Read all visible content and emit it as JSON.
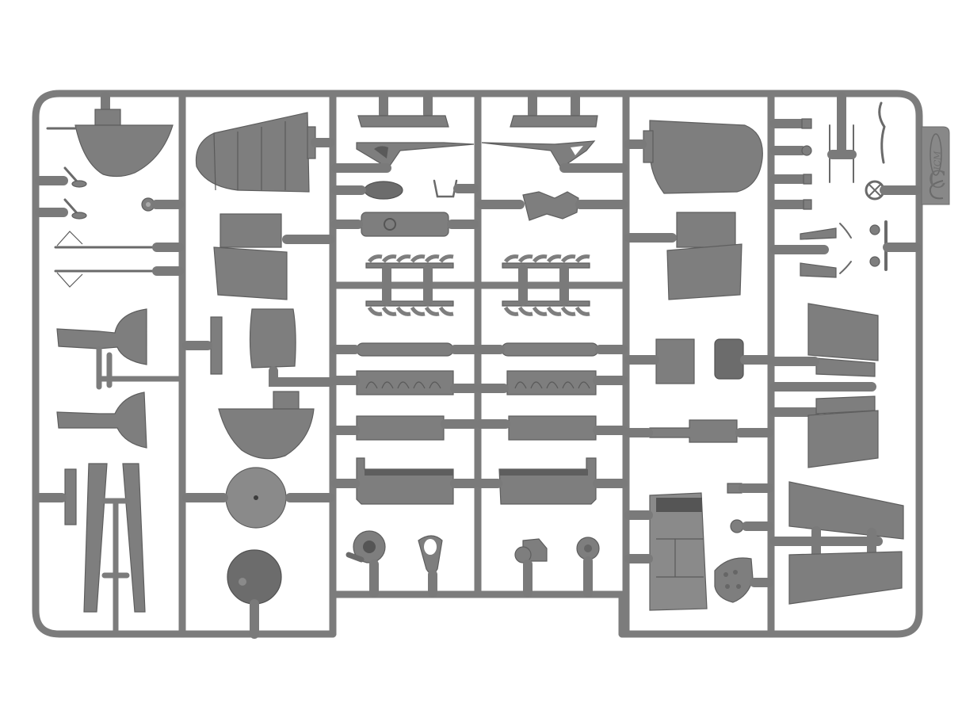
{
  "image": {
    "subject": "Grey plastic scale model kit sprue (parts frame) photographed on white background",
    "background_color": "#ffffff",
    "plastic_color": "#7c7c7c",
    "plastic_shadow_color": "#5f5f5f"
  },
  "sprue_tag": {
    "brand": "ICM",
    "letter": "C"
  },
  "parts": {
    "left_column": [
      "nose cone half",
      "small levers x2",
      "eyelet",
      "struts x2",
      "tail fins x2",
      "interplane struts"
    ],
    "second_column": [
      "rudder",
      "elevator",
      "seat back",
      "small panel",
      "nose cone half",
      "disc",
      "dome"
    ],
    "center_columns": [
      "brackets",
      "axle frames",
      "fuel tank",
      "exhaust stubs",
      "cylinders",
      "crankcases",
      "engine accessories"
    ],
    "right_columns": [
      "rudder",
      "elevator",
      "boxes",
      "radiator",
      "cockpit floor",
      "instrument panel",
      "control wheel",
      "wing flaps"
    ]
  }
}
